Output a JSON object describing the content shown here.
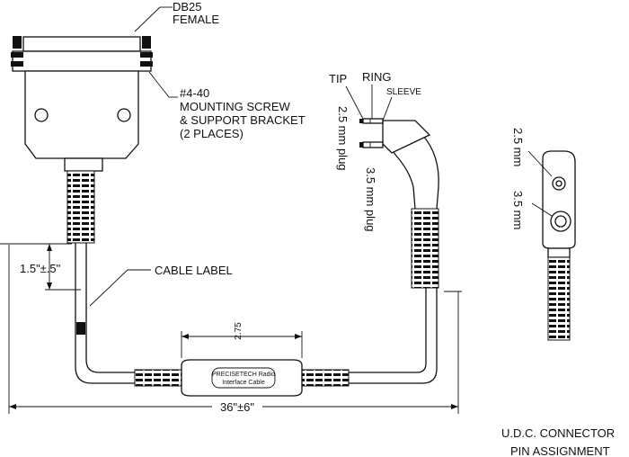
{
  "db25_label_line1": "DB25",
  "db25_label_line2": "FEMALE",
  "screw_label_line1": "#4-40",
  "screw_label_line2": "MOUNTING SCREW",
  "screw_label_line3": "& SUPPORT BRACKET",
  "screw_label_line4": "(2 PLACES)",
  "tip_label": "TIP",
  "ring_label": "RING",
  "sleeve_label": "SLEEVE",
  "plug_25_label": "2.5 mm plug",
  "plug_35_label": "3.5 mm plug",
  "dim_15_label": "1.5\"±.5\"",
  "cable_label_text": "CABLE LABEL",
  "dim_275_label": "2.75",
  "dim_36_label": "36\"±6\"",
  "udc_25_label": "2.5 mm",
  "udc_35_label": "3.5 mm",
  "udc_title_line1": "U.D.C. CONNECTOR",
  "udc_title_line2": "PIN ASSIGNMENT",
  "box_label_line1": "PRECISETECH Radio",
  "box_label_line2": "Interface Cable"
}
